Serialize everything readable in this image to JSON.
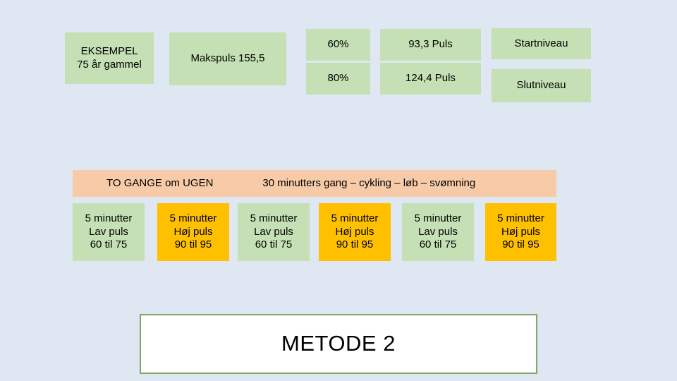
{
  "top_row": {
    "example": {
      "line1": "EKSEMPEL",
      "line2": "75 år gammel",
      "color": "#C5E0B4"
    },
    "maxpulse": {
      "label": "Makspuls 155,5",
      "color": "#C5E0B4"
    },
    "percent_start": "60%",
    "percent_end": "80%",
    "pulse_start": "93,3  Puls",
    "pulse_end": "124,4 Puls",
    "level_start": "Startniveau",
    "level_end": "Slutniveau"
  },
  "weekly_band": {
    "frequency": "TO GANGE om UGEN",
    "activities": "30 minutters gang – cykling – løb – svømning",
    "color": "#F7CBA8"
  },
  "intervals": [
    {
      "duration": "5 minutter",
      "intensity": "Lav puls",
      "range": "60  til 75",
      "type": "low",
      "color": "#C5E0B4"
    },
    {
      "duration": "5 minutter",
      "intensity": "Høj puls",
      "range": "90 til 95",
      "type": "high",
      "color": "#FFC000"
    },
    {
      "duration": "5 minutter",
      "intensity": "Lav puls",
      "range": "60 til 75",
      "type": "low",
      "color": "#C5E0B4"
    },
    {
      "duration": "5 minutter",
      "intensity": "Høj puls",
      "range": "90 til 95",
      "type": "high",
      "color": "#FFC000"
    },
    {
      "duration": "5 minutter",
      "intensity": "Lav puls",
      "range": "60 til 75",
      "type": "low",
      "color": "#C5E0B4"
    },
    {
      "duration": "5 minutter",
      "intensity": "Høj puls",
      "range": "90 til 95",
      "type": "high",
      "color": "#FFC000"
    }
  ],
  "footer": {
    "title": "METODE 2",
    "border_color": "#7FA768",
    "background": "#FFFFFF"
  },
  "canvas": {
    "background": "#DEE7F2"
  }
}
